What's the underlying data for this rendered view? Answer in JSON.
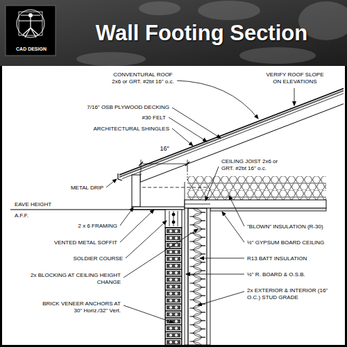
{
  "diagram": {
    "title": "Wall Footing Section",
    "labels": [
      "CAD DESIGN",
      "CONVENTURAL ROOF 2x6 or GRT. #2bt 16\" o.c.",
      "VERIFY ROOF SLOPE ON ELEVATIONS",
      "7/16\" OSB PLYWOOD DECKING",
      "#30 FELT",
      "ARCHITECTURAL SHINGLES",
      "16\"",
      "CEILING JOIST 2x6 or GRT. #2bt 16\" o.c.",
      "METAL DRIP",
      "EAVE HEIGHT",
      "A.F.F.",
      "2 x 6 FRAMING",
      "VENTED METAL SOFFIT",
      "SOLDIER COURSE",
      "2x BLOCKING AT CEILING HEIGHT CHANGE",
      "BRICK VENEER ANCHORS AT 30\" Horiz./32\" Vert.",
      "\"BLOWN\" INSULATION (R-30)",
      "½\" GYPSUM BOARD CEILING",
      "R13 BATT INSULATION",
      "½\" R. BOARD & O.S.B.",
      "2x EXTERIOR & INTERIOR (16\" O.C.) STUD GRADE"
    ]
  }
}
